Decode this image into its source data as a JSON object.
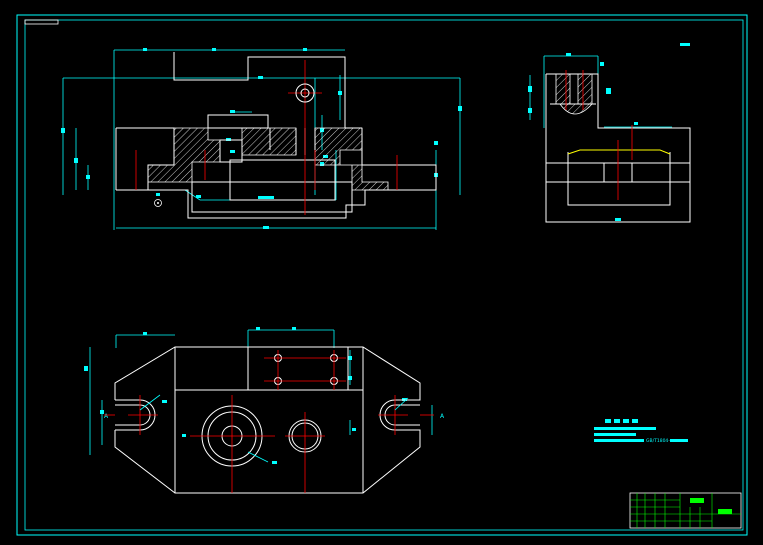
{
  "drawing": {
    "colors": {
      "background": "#000000",
      "outline": "#ffffff",
      "dimension": "#00ffff",
      "center_line": "#ff0000",
      "hatch": "#ffff00",
      "title_block": "#00ff00"
    },
    "tech_notes": {
      "lines": [
        "",
        "",
        "GB/T1804-m"
      ]
    },
    "section_marks": [
      "A",
      "A"
    ],
    "title_block": {
      "title_label": "",
      "drawing_no": ""
    }
  }
}
